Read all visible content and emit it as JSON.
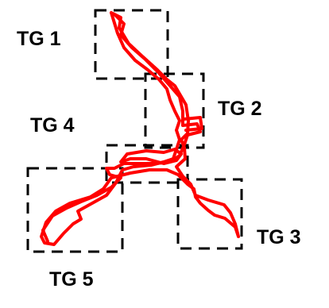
{
  "labels": {
    "tg1": "TG 1",
    "tg2": "TG 2",
    "tg3": "TG 3",
    "tg4": "TG 4",
    "tg5": "TG 5"
  },
  "colors": {
    "route": "#ff0000",
    "boxes": "#000000",
    "text": "#000000",
    "background": "#ffffff"
  }
}
